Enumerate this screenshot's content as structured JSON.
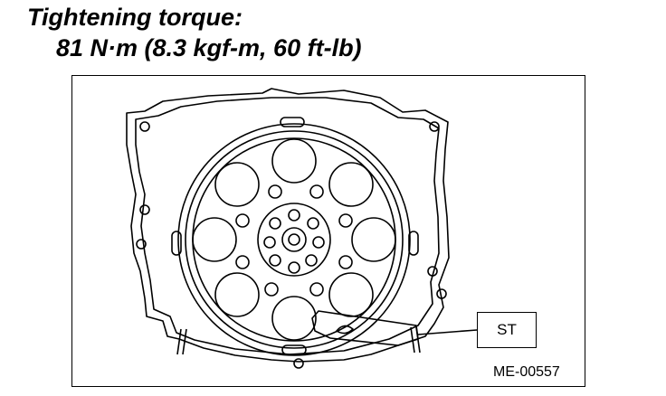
{
  "heading": {
    "title": "Tightening torque:",
    "value": "81 N·m (8.3 kgf-m, 60 ft-lb)"
  },
  "diagram": {
    "tool_label": "ST",
    "figure_id": "ME-00557"
  }
}
